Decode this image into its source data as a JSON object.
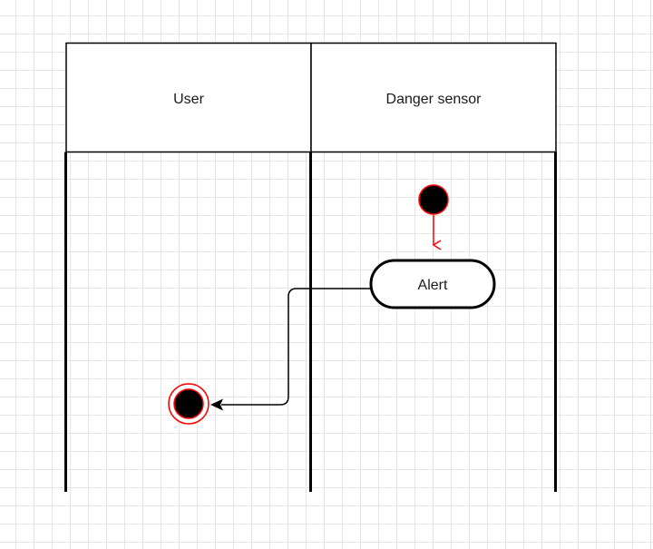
{
  "diagram": {
    "swimlanes": [
      {
        "title": "User"
      },
      {
        "title": "Danger sensor"
      }
    ],
    "nodes": {
      "start": {
        "type": "initial-node",
        "lane": "Danger sensor"
      },
      "alert": {
        "type": "action",
        "label": "Alert",
        "lane": "Danger sensor"
      },
      "end": {
        "type": "final-node",
        "lane": "User"
      }
    },
    "edges": [
      {
        "from": "start",
        "to": "alert"
      },
      {
        "from": "alert",
        "to": "end"
      }
    ],
    "colors": {
      "lane_border": "#000000",
      "node_fill": "#000000",
      "node_stroke": "#ff0000",
      "start_arrow": "#ff0000",
      "flow_arrow": "#000000",
      "grid_line": "#e6e6e6"
    }
  }
}
